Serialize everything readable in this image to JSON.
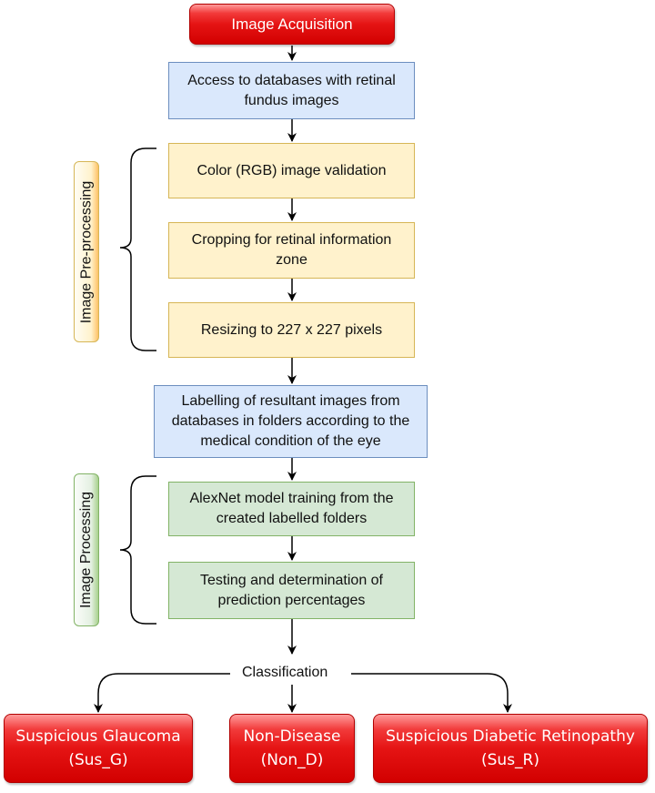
{
  "nodes": {
    "acquisition": "Image Acquisition",
    "access": "Access to databases with retinal fundus images",
    "validation": "Color (RGB) image validation",
    "cropping": "Cropping for retinal information zone",
    "resizing": "Resizing to 227 x 227 pixels",
    "labelling": "Labelling of resultant images from databases in folders according to the medical condition of the eye",
    "training": "AlexNet model training from the created labelled folders",
    "testing": "Testing and determination of prediction percentages",
    "classification": "Classification"
  },
  "groups": {
    "preprocessing": "Image Pre-processing",
    "processing": "Image Processing"
  },
  "outputs": {
    "glaucoma": {
      "title": "Suspicious Glaucoma",
      "code": "(Sus_G)"
    },
    "non_disease": {
      "title": "Non-Disease",
      "code": "(Non_D)"
    },
    "retinopathy": {
      "title": "Suspicious Diabetic Retinopathy",
      "code": "(Sus_R)"
    }
  },
  "colors": {
    "blue_fill": "#dae8fc",
    "yellow_fill": "#fff2cc",
    "green_fill": "#d5e8d4",
    "red_fill": "#e51414"
  }
}
